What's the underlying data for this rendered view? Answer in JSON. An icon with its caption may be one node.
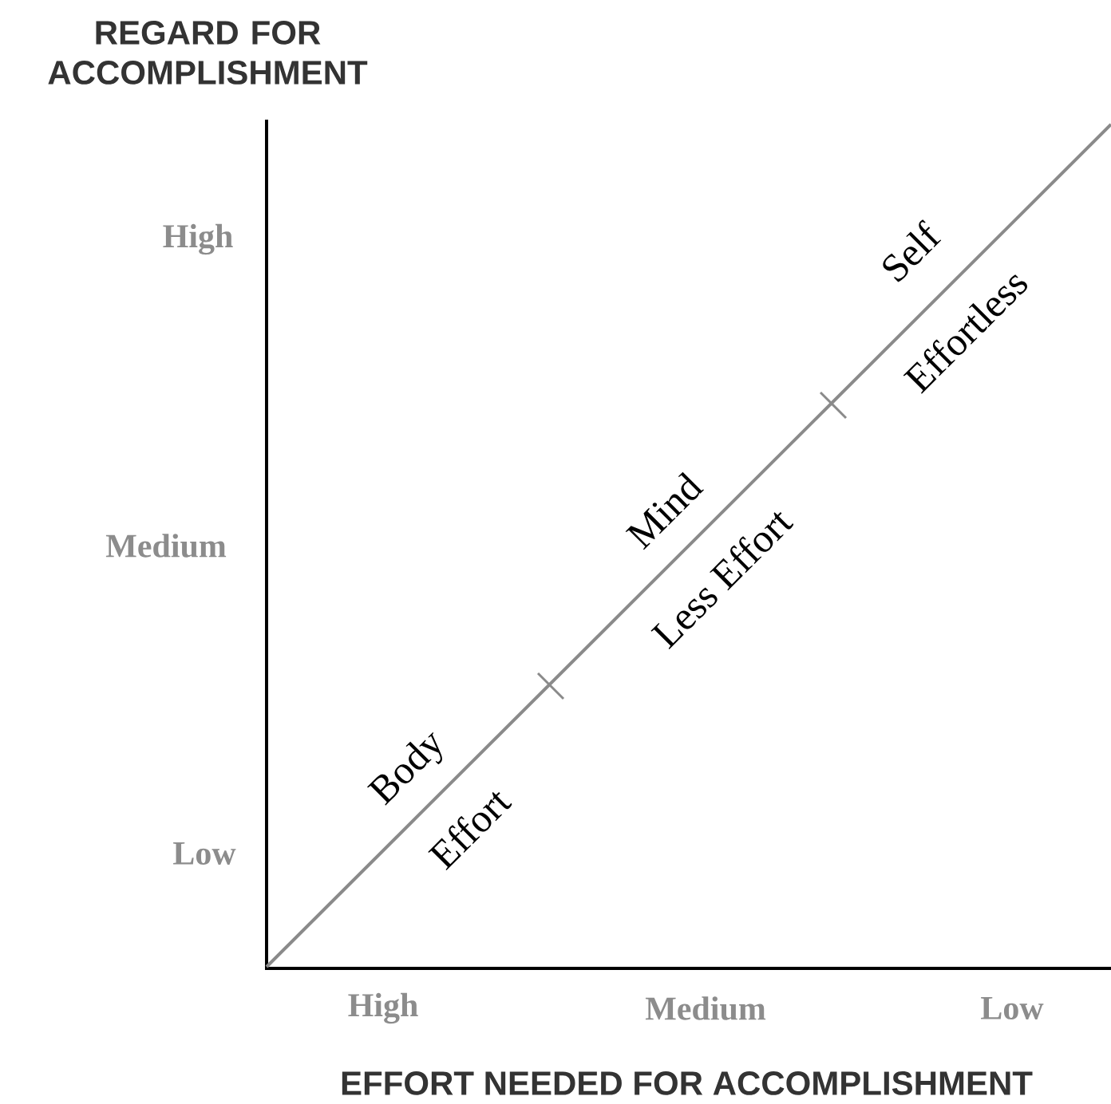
{
  "diagram": {
    "labels": [
      "REGARD FOR ACCOMPLISHMENT",
      "High",
      "Medium",
      "Low",
      "Self",
      "Effortless",
      "Mind",
      "Less Effort",
      "Body",
      "Effort",
      "High",
      "Medium",
      "Low",
      "EFFORT NEEDED FOR ACCOMPLISHMENT"
    ]
  }
}
